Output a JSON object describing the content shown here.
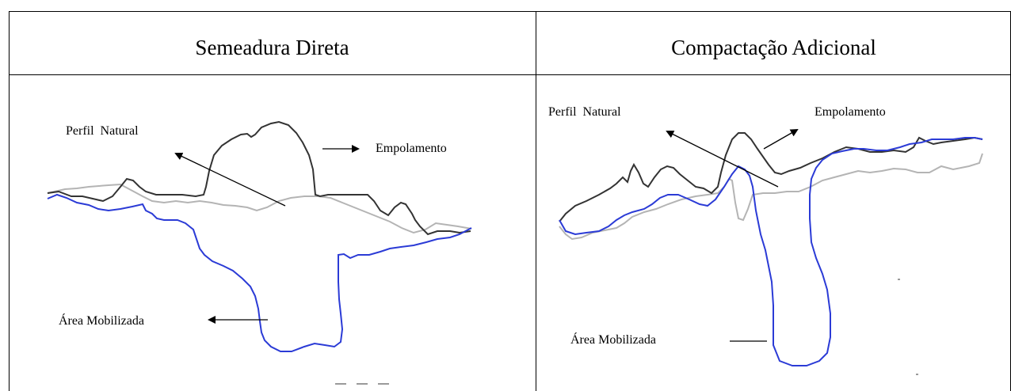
{
  "table": {
    "headers": [
      "Semeadura Direta",
      "Compactação Adicional"
    ]
  },
  "left_panel": {
    "labels": {
      "perfil_natural": "Perfil  Natural",
      "empolamento": "Empolamento",
      "area_mobilizada": "Área Mobilizada"
    }
  },
  "right_panel": {
    "labels": {
      "perfil_natural": "Perfil  Natural",
      "empolamento": "Empolamento",
      "area_mobilizada": "Área Mobilizada"
    }
  },
  "colors": {
    "natural_profile": "#b4b4b4",
    "swelling_profile": "#333333",
    "mobilized_area": "#2b3bd6",
    "arrow": "#000000"
  }
}
